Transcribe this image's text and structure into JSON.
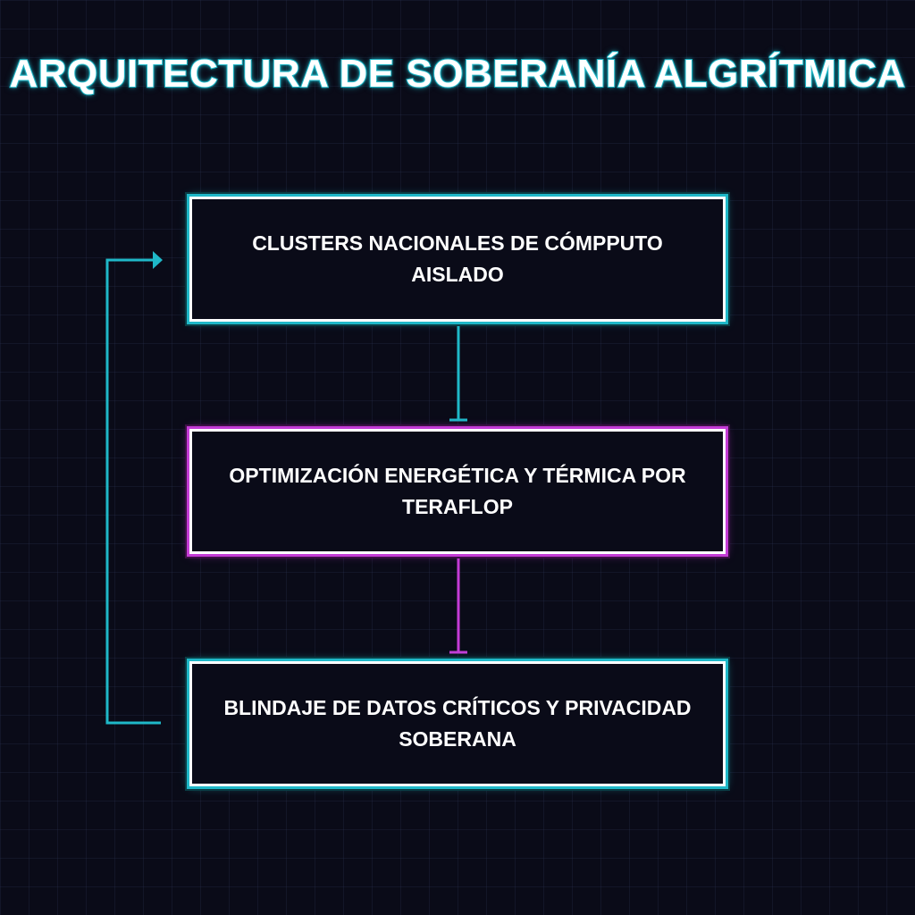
{
  "title": "ARQUITECTURA DE SOBERANÍA ALGRÍTMICA",
  "nodes": [
    {
      "label": "CLUSTERS NACIONALES DE CÓMPPUTO AISLADO",
      "accent": "#1fb8c8"
    },
    {
      "label": "OPTIMIZACIÓN ENERGÉTICA Y TÉRMICA POR TERAFLOP",
      "accent": "#c43bd6"
    },
    {
      "label": "BLINDAJE DE DATOS CRÍTICOS Y PRIVACIDAD SOBERANA",
      "accent": "#1fb8c8"
    }
  ],
  "colors": {
    "background": "#0a0b18",
    "cyan": "#1fb8c8",
    "magenta": "#c43bd6",
    "text": "#ffffff"
  }
}
